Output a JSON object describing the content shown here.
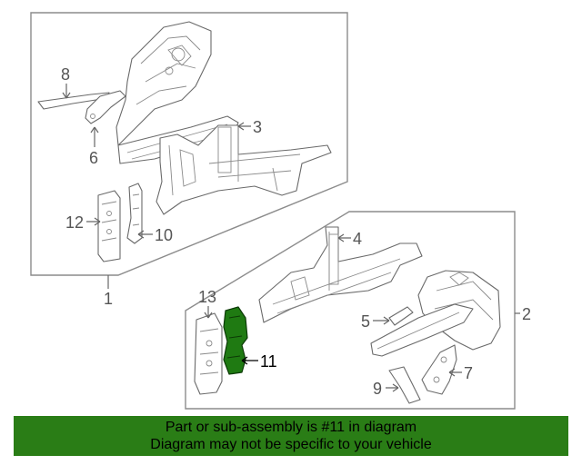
{
  "callouts": {
    "c1": "1",
    "c2": "2",
    "c3": "3",
    "c4": "4",
    "c5": "5",
    "c6": "6",
    "c7": "7",
    "c8": "8",
    "c9": "9",
    "c10": "10",
    "c11": "11",
    "c12": "12",
    "c13": "13"
  },
  "highlight_part": "11",
  "colors": {
    "highlight_fill": "#1f7a12",
    "banner_bg": "#2a7d16",
    "line": "#6a6a6a"
  },
  "banner": {
    "line1": "Part or sub-assembly is #11 in diagram",
    "line2": "Diagram may not be specific to your vehicle"
  }
}
